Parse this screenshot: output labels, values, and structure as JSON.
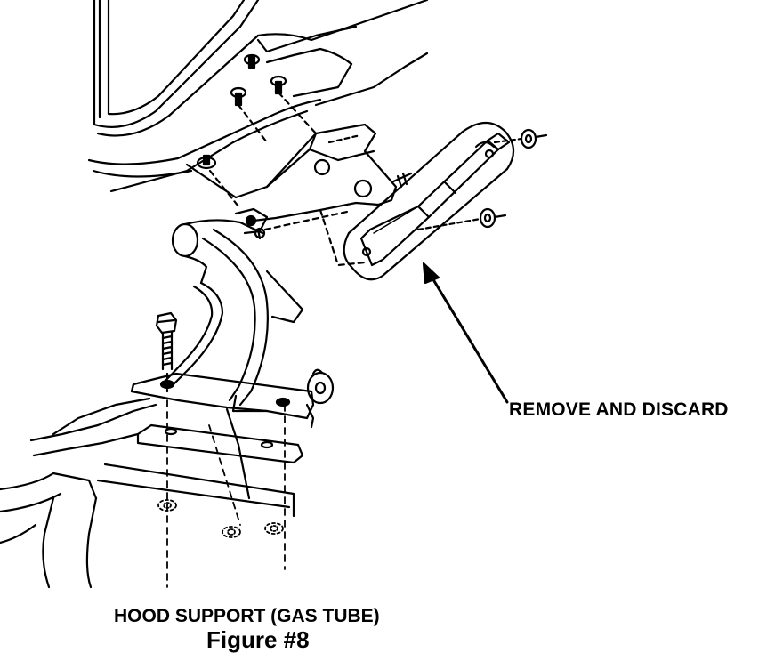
{
  "callout": {
    "label": "REMOVE AND DISCARD"
  },
  "caption": {
    "title": "HOOD SUPPORT (GAS TUBE)",
    "figure": "Figure #8"
  }
}
